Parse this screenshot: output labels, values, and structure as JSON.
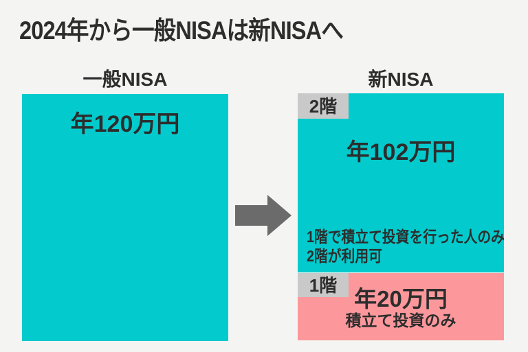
{
  "title": "2024年から一般NISAは新NISAへ",
  "colors": {
    "background": "#f4f4f3",
    "teal": "#03cbcd",
    "pink": "#fc989b",
    "badge_gray": "#c9c9c9",
    "arrow_gray": "#6b6b6b",
    "text": "#2d2d2d"
  },
  "general_nisa": {
    "header": "一般NISA",
    "amount": "年120万円"
  },
  "new_nisa": {
    "header": "新NISA",
    "tier2": {
      "badge": "2階",
      "amount": "年102万円",
      "note_line1": "1階で積立て投資を行った人のみ",
      "note_line2": "2階が利用可"
    },
    "tier1": {
      "badge": "1階",
      "amount": "年20万円",
      "note": "積立て投資のみ"
    }
  }
}
